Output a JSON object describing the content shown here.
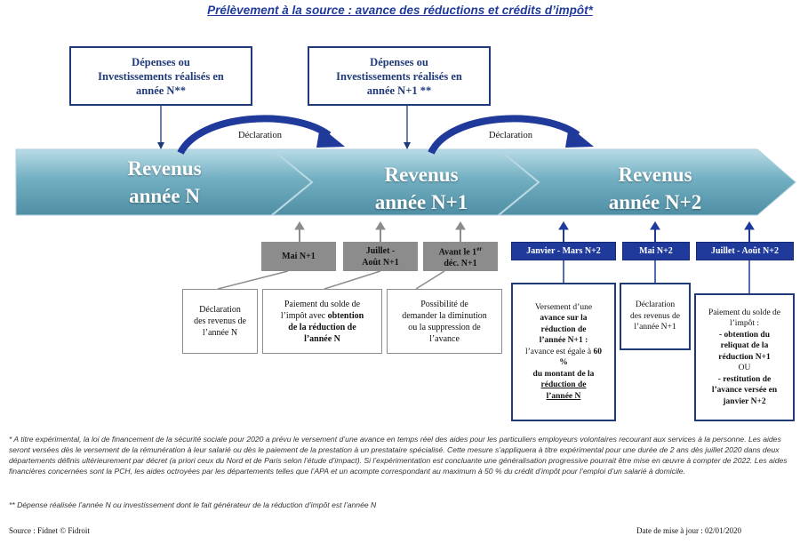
{
  "title": "Prélèvement à la source : avance des réductions et crédits d’impôt*",
  "top_boxes": [
    {
      "line1": "Dépenses ou",
      "line2": "Investissements réalisés en",
      "line3": "année N**"
    },
    {
      "line1": "Dépenses ou",
      "line2": "Investissements réalisés en",
      "line3": "année N+1 **"
    }
  ],
  "declaration_label": "Déclaration",
  "revenus": [
    {
      "line1": "Revenus",
      "line2": "année N"
    },
    {
      "line1": "Revenus",
      "line2": "année N+1"
    },
    {
      "line1": "Revenus",
      "line2": "année N+2"
    }
  ],
  "gray_boxes": [
    {
      "line1": "Mai N+1",
      "line2": ""
    },
    {
      "line1": "Juillet -",
      "line2": "Août N+1"
    },
    {
      "line1": "Avant le 1",
      "sup": "er",
      "line2": "déc. N+1"
    }
  ],
  "blue_boxes": [
    "Janvier - Mars N+2",
    "Mai N+2",
    "Juillet - Août N+2"
  ],
  "white_boxes": {
    "b1": {
      "l1": "Déclaration",
      "l2": "des revenus de",
      "l3": "l’année N"
    },
    "b2": {
      "l1": "Paiement du solde de",
      "l2a": "l’impôt avec ",
      "l2b": "obtention",
      "l3": "de la réduction de",
      "l4": "l’année N"
    },
    "b3": {
      "l1": "Possibilité de",
      "l2": "demander la diminution",
      "l3": "ou la suppression de",
      "l4": "l’avance"
    }
  },
  "n2_boxes": {
    "b1": {
      "l1": "Versement d’une",
      "l2": "avance sur la",
      "l3": "réduction de",
      "l4": "l’année N+1 :",
      "l5a": "l’avance est égale à ",
      "l5b": "60",
      "l6": "%",
      "l7": "du montant de la",
      "l8": "réduction de",
      "l9": "l’année N"
    },
    "b2": {
      "l1": "Déclaration",
      "l2": "des revenus de",
      "l3": "l’année N+1"
    },
    "b3": {
      "l1": "Paiement du solde de",
      "l2": "l’impôt :",
      "l3": "-  obtention du",
      "l4": "reliquat de la",
      "l5": "réduction N+1",
      "l6": "OU",
      "l7": "-  restitution de",
      "l8": "l’avance versée en",
      "l9": "janvier N+2"
    }
  },
  "note1": "* A titre expérimental, la loi de financement de  la sécurité sociale pour 2020 a prévu le versement d’une avance en temps réel des aides pour les particuliers employeurs volontaires recourant aux services à la personne. Les aides seront versées dès le versement de la rémunération à leur salarié ou dès le paiement de la prestation à un prestataire spécialisé. Cette mesure s’appliquera à titre expérimental pour une durée de 2 ans dès juillet 2020 dans deux départements définis ultérieurement par décret (a priori ceux du Nord et de Paris selon l’étude d’impact). Si l’expérimentation est concluante une généralisation progressive pourrait être mise en œuvre à compter de 2022. Les aides financières concernées sont la PCH, les aides octroyées par les départements telles que l’APA et un acompte correspondant au maximum à 50 % du crédit d’impôt pour l’emploi d’un salarié à domicile.",
  "note2": "** Dépense réalisée l’année N ou investissement dont le fait générateur de la réduction d’impôt est l’année N",
  "source": "Source : Fidnet © Fidroit",
  "update_date": "Date de mise à jour : 02/01/2020",
  "colors": {
    "navy": "#1f3a78",
    "title_blue": "#1f3a9a",
    "arrow_teal": "#6aaabb",
    "gray": "#8c8c8c"
  }
}
